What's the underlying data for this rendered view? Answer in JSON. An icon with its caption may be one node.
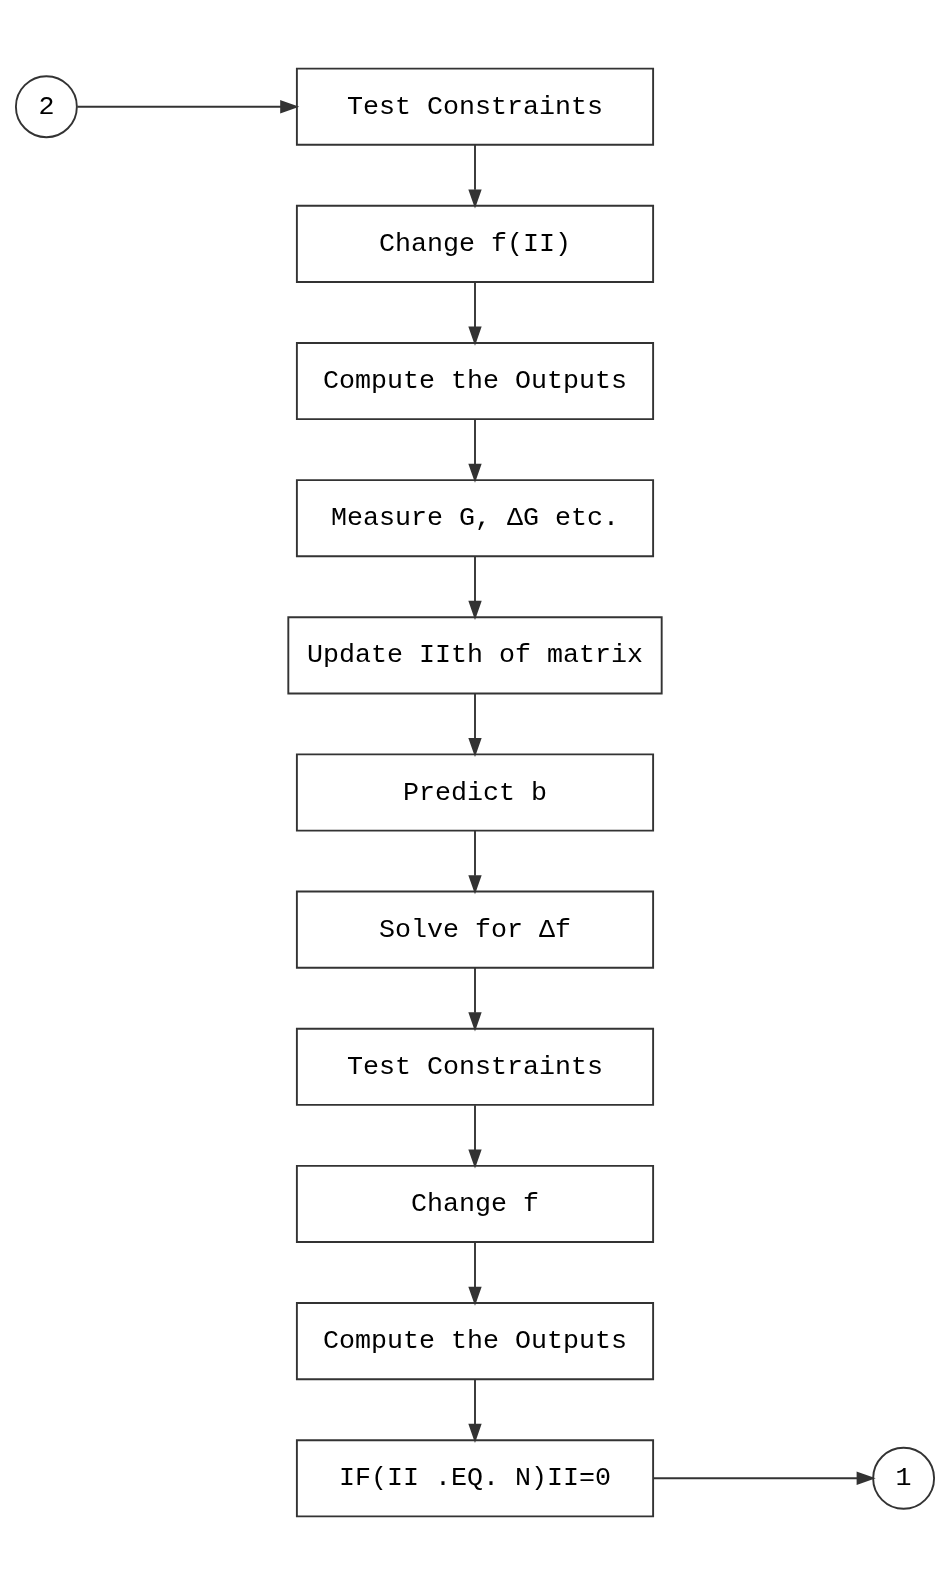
{
  "diagram": {
    "nodes": [
      {
        "text": [
          "2"
        ]
      },
      {
        "text": [
          "Test Constraints"
        ]
      },
      {
        "text": [
          "Change f(II)"
        ]
      },
      {
        "text": [
          "Compute the Outputs"
        ]
      },
      {
        "text": [
          "Measure G, ΔG etc."
        ]
      },
      {
        "text": [
          "Update IIth of matrix"
        ]
      },
      {
        "text": [
          "Predict b"
        ]
      },
      {
        "text": [
          "Solve for Δf"
        ]
      },
      {
        "text": [
          "Test Constraints"
        ]
      },
      {
        "text": [
          "Change f"
        ]
      },
      {
        "text": [
          "Compute the Outputs"
        ]
      },
      {
        "text": [
          "IF(II .EQ. N)II=0"
        ]
      },
      {
        "text": [
          "1"
        ]
      }
    ],
    "edges": [
      {
        "from": 0,
        "to": 1,
        "arrow": "to"
      },
      {
        "from": 1,
        "to": 2,
        "arrow": "to"
      },
      {
        "from": 2,
        "to": 3,
        "arrow": "to"
      },
      {
        "from": 3,
        "to": 4,
        "arrow": "to"
      },
      {
        "from": 4,
        "to": 5,
        "arrow": "to"
      },
      {
        "from": 5,
        "to": 6,
        "arrow": "to"
      },
      {
        "from": 6,
        "to": 7,
        "arrow": "to"
      },
      {
        "from": 7,
        "to": 8,
        "arrow": "to"
      },
      {
        "from": 8,
        "to": 9,
        "arrow": "to"
      },
      {
        "from": 9,
        "to": 10,
        "arrow": "to"
      },
      {
        "from": 10,
        "to": 11,
        "arrow": "to"
      },
      {
        "from": 11,
        "to": 12,
        "arrow": "to"
      }
    ]
  }
}
